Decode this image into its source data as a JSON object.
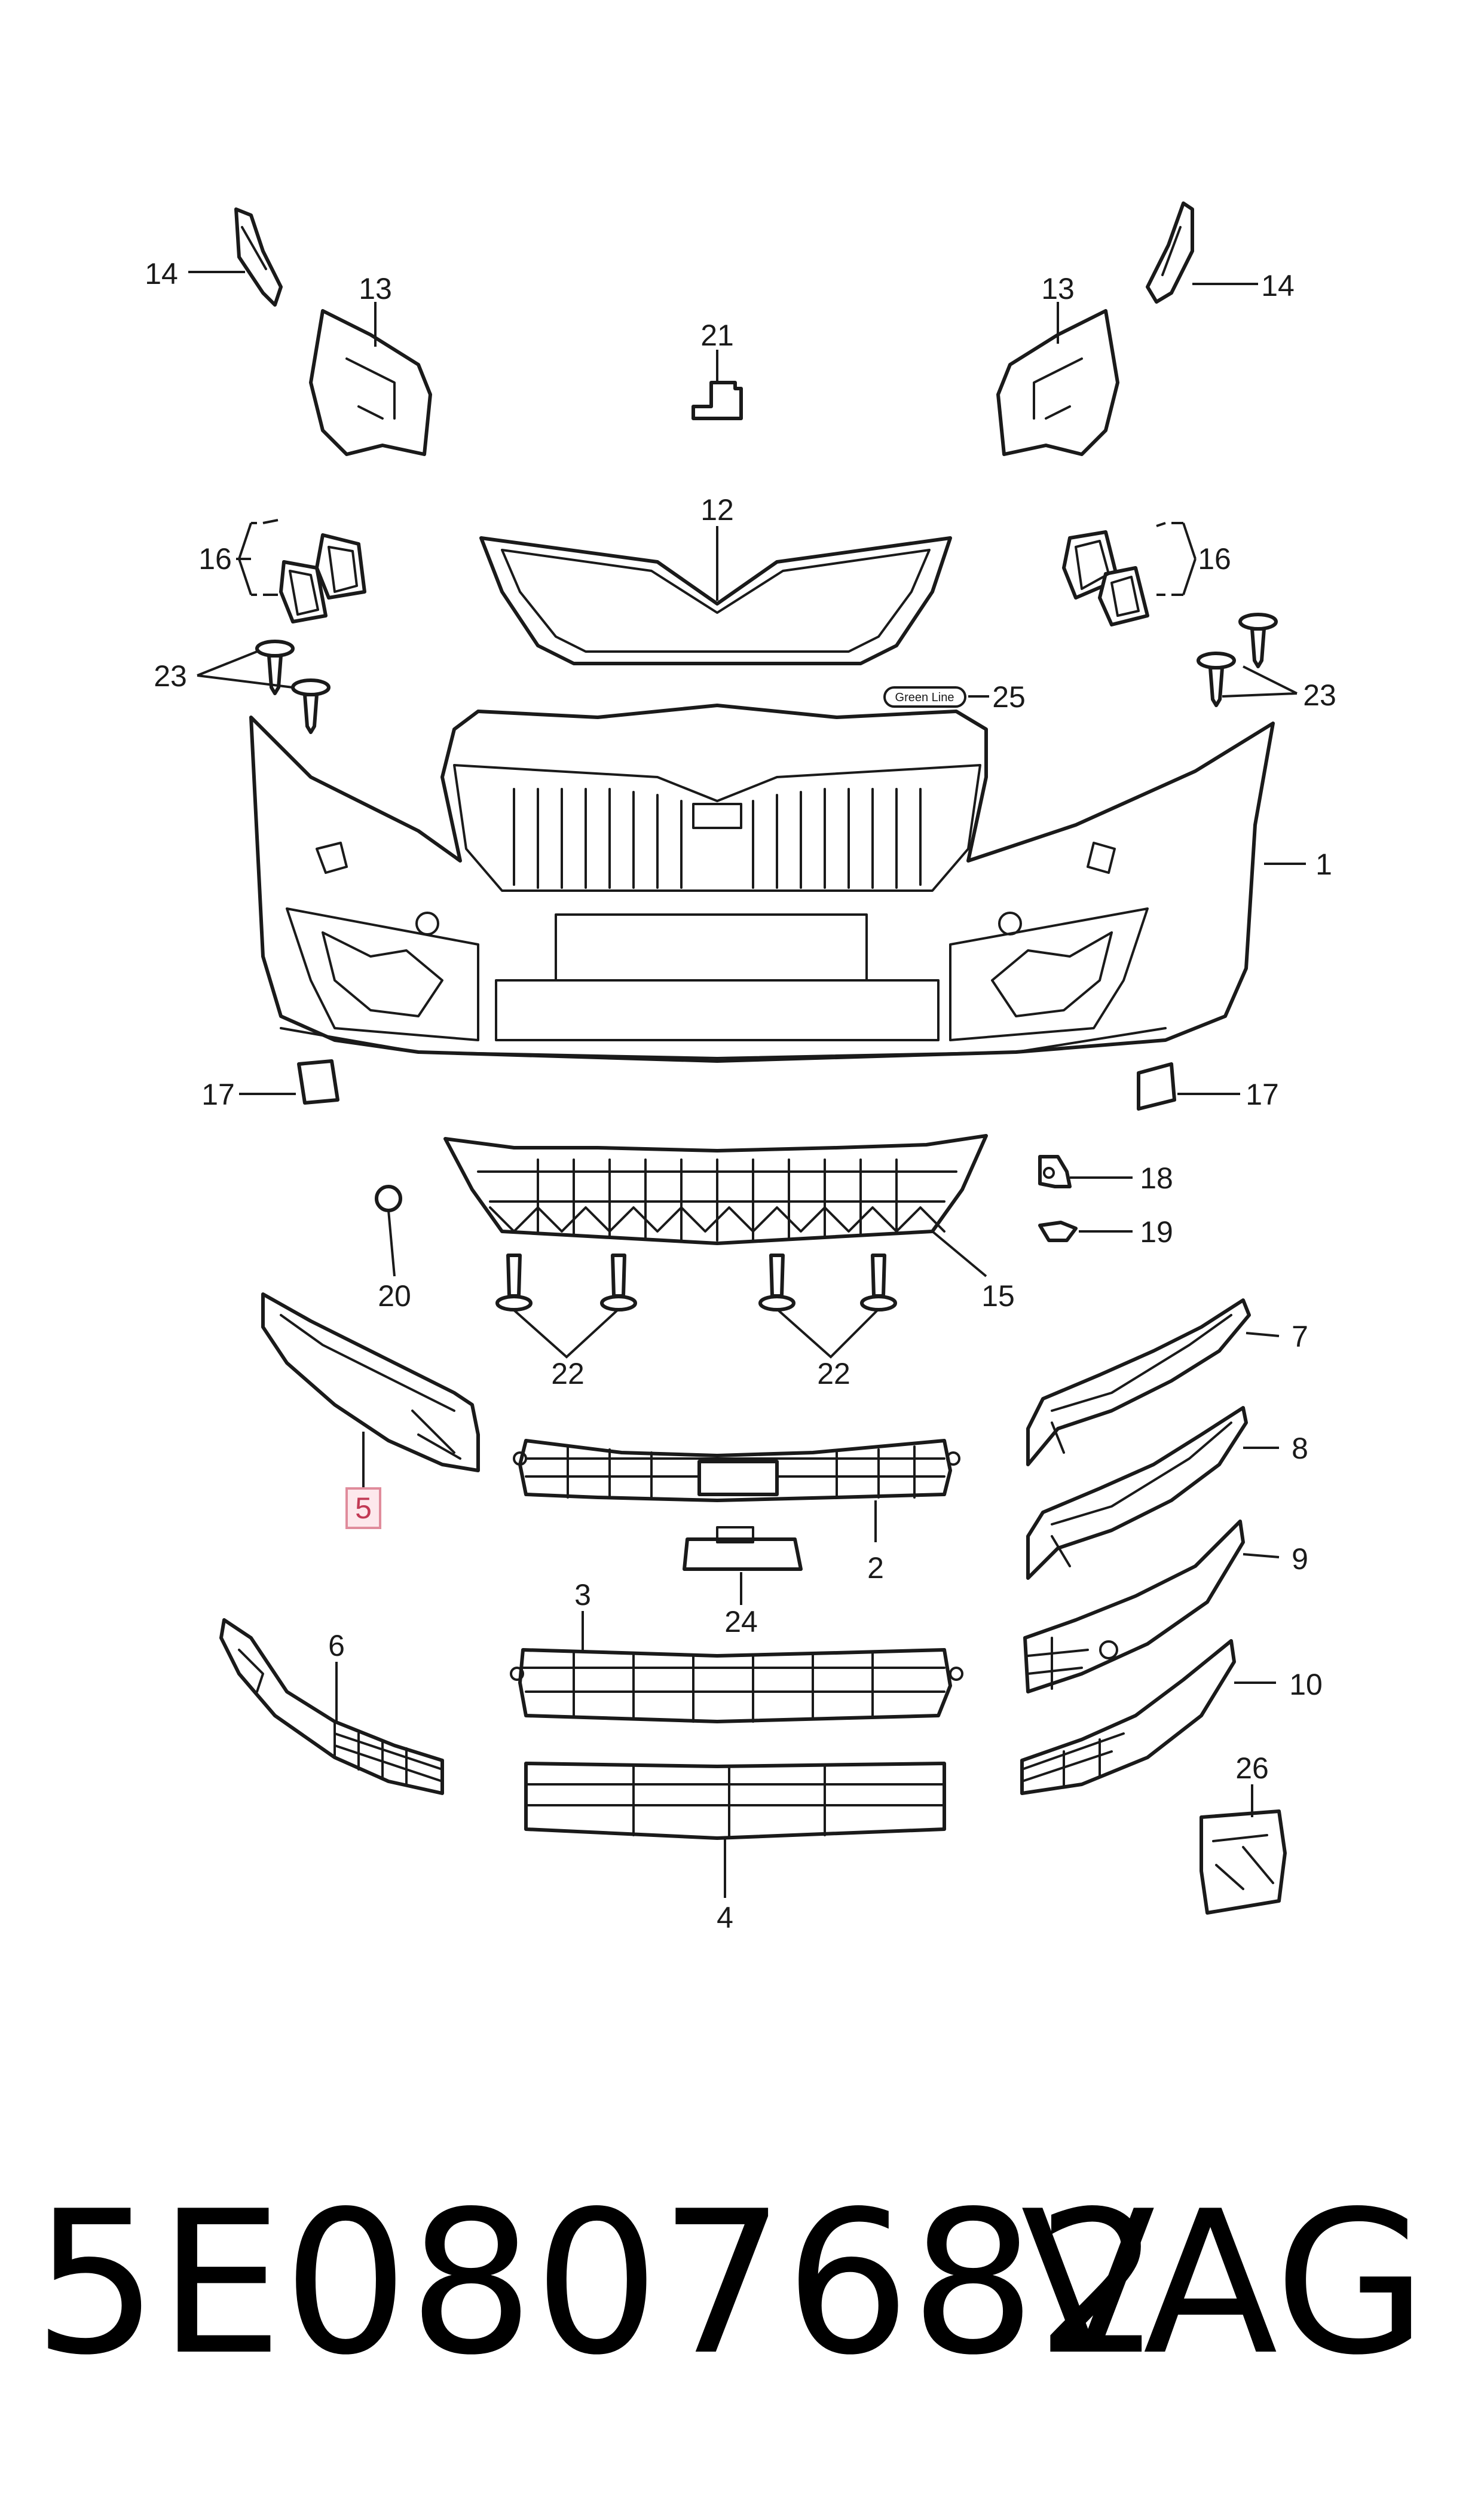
{
  "labels": {
    "l1": "1",
    "l2": "2",
    "l3": "3",
    "l4": "4",
    "l5": "5",
    "l6": "6",
    "l7": "7",
    "l8": "8",
    "l9": "9",
    "l10": "10",
    "l12": "12",
    "l13a": "13",
    "l13b": "13",
    "l14a": "14",
    "l14b": "14",
    "l15": "15",
    "l16a": "16",
    "l16b": "16",
    "l17a": "17",
    "l17b": "17",
    "l18": "18",
    "l19": "19",
    "l20": "20",
    "l21": "21",
    "l22a": "22",
    "l22b": "22",
    "l23a": "23",
    "l23b": "23",
    "l24": "24",
    "l25": "25",
    "l26": "26"
  },
  "badge": {
    "text": "Green Line"
  },
  "highlight": {
    "part": "5",
    "color": "#c23a55"
  },
  "caption": {
    "part_number": "5E0807682",
    "brand": "VAG"
  }
}
